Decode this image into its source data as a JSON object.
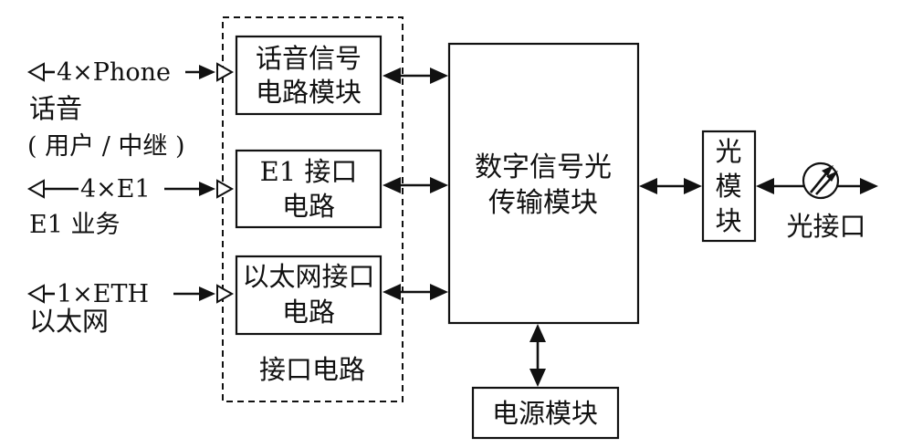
{
  "inputs": {
    "phone": {
      "signal": "4×Phone",
      "desc_line1": "话音",
      "desc_line2": "( 用户 / 中继 )"
    },
    "e1": {
      "signal": "4×E1",
      "desc": "E1 业务"
    },
    "eth": {
      "signal": "1×ETH",
      "desc": "以太网"
    }
  },
  "interface_group": {
    "label": "接口电路",
    "voice_module": {
      "line1": "话音信号",
      "line2": "电路模块"
    },
    "e1_circuit": {
      "line1": "E1 接口",
      "line2": "电路"
    },
    "eth_circuit": {
      "line1": "以太网接口",
      "line2": "电路"
    }
  },
  "transport": {
    "line1": "数字信号光",
    "line2": "传输模块"
  },
  "power": {
    "label": "电源模块"
  },
  "optical_module": {
    "line1": "光",
    "line2": "模",
    "line3": "块"
  },
  "optical_port": {
    "label": "光接口"
  }
}
